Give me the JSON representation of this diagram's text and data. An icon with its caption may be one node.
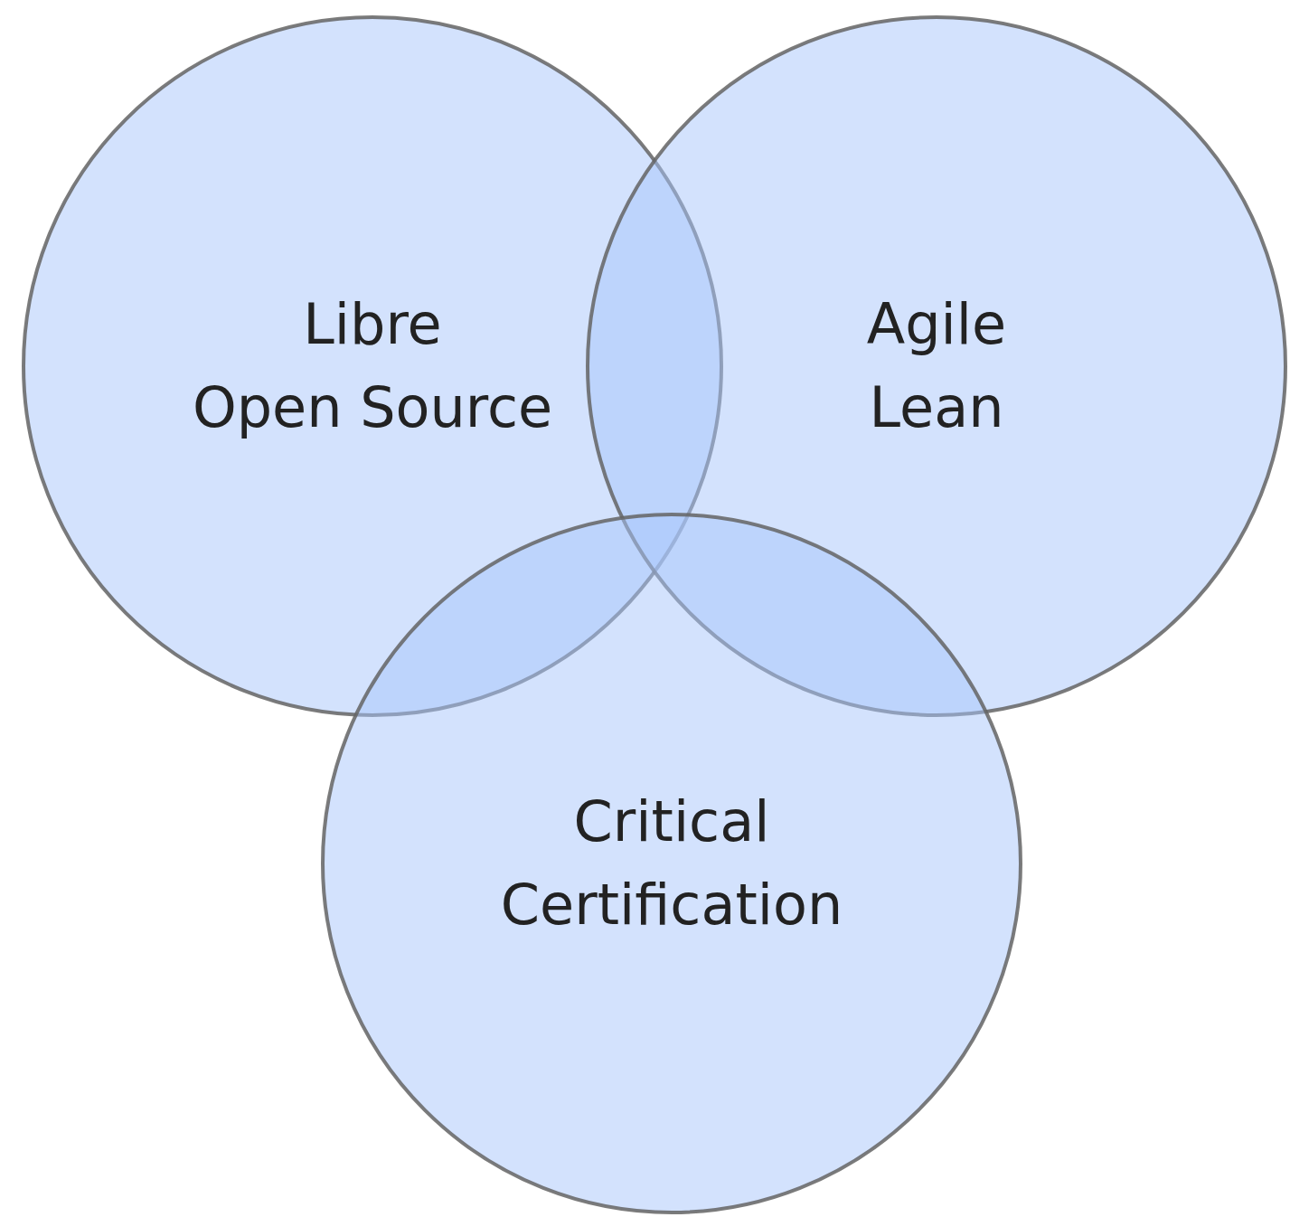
{
  "diagram": {
    "nodes": [
      {
        "text": [
          "Libre",
          "Open Source"
        ]
      },
      {
        "text": [
          "Agile",
          "Lean"
        ]
      },
      {
        "text": [
          "Critical",
          "Certification"
        ]
      }
    ]
  }
}
